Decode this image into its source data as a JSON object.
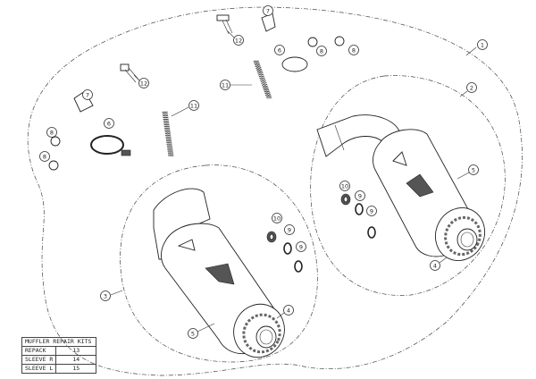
{
  "callouts": {
    "c1": "1",
    "c2": "2",
    "c3": "3",
    "c4a": "4",
    "c4b": "4",
    "c5a": "5",
    "c5b": "5",
    "c6a": "6",
    "c6b": "6",
    "c7a": "7",
    "c7b": "7",
    "c8a": "8",
    "c8b": "8",
    "c8c": "8",
    "c8d": "8",
    "c9a": "9",
    "c9b": "9",
    "c9c": "9",
    "c9d": "9",
    "c10a": "10",
    "c10b": "10",
    "c11a": "11",
    "c11b": "11",
    "c12a": "12",
    "c12b": "12"
  },
  "table": {
    "title": "MUFFLER REPAIR KITS",
    "rows": [
      {
        "name": "REPACK",
        "value": "13"
      },
      {
        "name": "SLEEVE R",
        "value": "14"
      },
      {
        "name": "SLEEVE L",
        "value": "15"
      }
    ]
  }
}
